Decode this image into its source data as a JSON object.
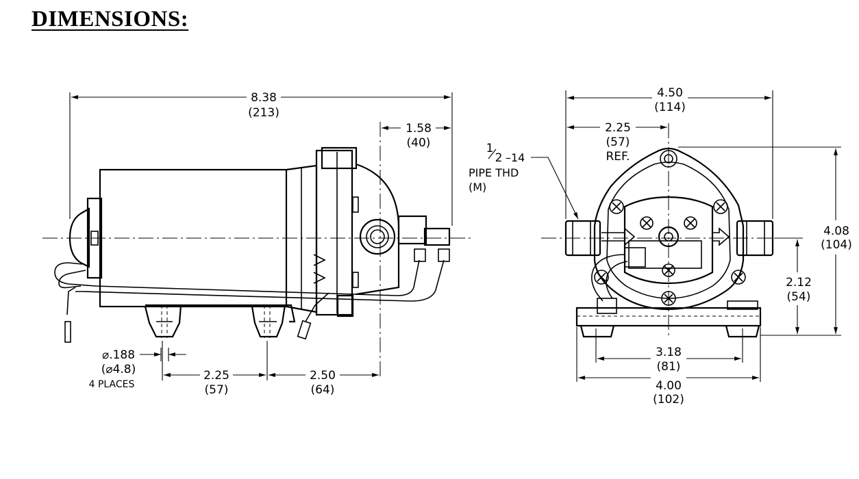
{
  "heading": "DIMENSIONS:",
  "side_view": {
    "overall_length": {
      "value": "8.38",
      "metric": "(213)"
    },
    "head_offset": {
      "value": "1.58",
      "metric": "(40)"
    },
    "hole_diameter": {
      "value": "⌀.188",
      "metric": "(⌀4.8)",
      "note": "4 PLACES"
    },
    "mount_spacing": {
      "value": "2.25",
      "metric": "(57)"
    },
    "mount_to_head": {
      "value": "2.50",
      "metric": "(64)"
    }
  },
  "end_view": {
    "overall_width": {
      "value": "4.50",
      "metric": "(114)"
    },
    "half_width": {
      "value": "2.25",
      "metric": "(57)",
      "note": "REF."
    },
    "port": {
      "size_whole": "1",
      "size_frac": "2",
      "size_rest": "–14",
      "line2": "PIPE THD",
      "line3": "(M)"
    },
    "overall_height": {
      "value": "4.08",
      "metric": "(104)"
    },
    "port_height": {
      "value": "2.12",
      "metric": "(54)"
    },
    "hole_spacing": {
      "value": "3.18",
      "metric": "(81)"
    },
    "base_width": {
      "value": "4.00",
      "metric": "(102)"
    }
  }
}
